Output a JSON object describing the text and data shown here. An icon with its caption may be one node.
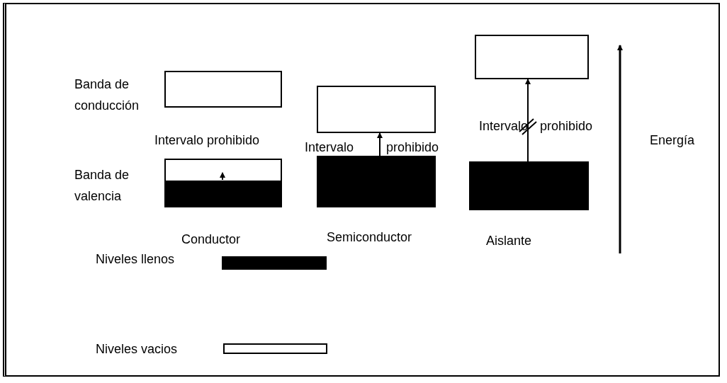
{
  "diagram": {
    "nodes": [
      {
        "text": [],
        "shape": "box"
      },
      {
        "text": [],
        "shape": "box"
      },
      {
        "text": [],
        "shape": "box"
      },
      {
        "text": [],
        "shape": "box"
      },
      {
        "text": [],
        "shape": "box"
      },
      {
        "text": [],
        "shape": "box"
      }
    ],
    "edges": [
      {
        "from": 3,
        "to": 2,
        "arrow": "to"
      },
      {
        "from": 5,
        "to": 4,
        "arrow": "to"
      }
    ],
    "labels": [
      "Banda de conducción",
      "Intervalo",
      "prohibido",
      "Energía",
      "Intervalo prohibido",
      "Intervalo",
      "prohibido",
      "Banda de valencia",
      "Conductor",
      "Semiconductor",
      "Aislante"
    ],
    "legend": [
      {
        "text": "Niveles llenos",
        "color": "#000000"
      },
      {
        "text": "Niveles vacios",
        "color": "#ffffff"
      }
    ]
  }
}
